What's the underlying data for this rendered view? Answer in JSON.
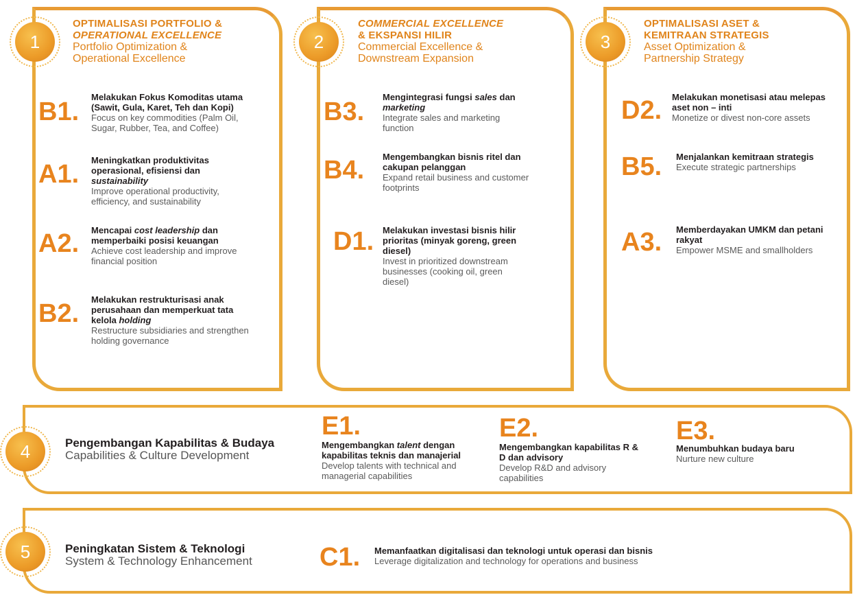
{
  "pillars": [
    {
      "num": "1",
      "title_a": "OPTIMALISASI PORTFOLIO &",
      "title_b": "OPERATIONAL EXCELLENCE",
      "sub_a": "Portfolio Optimization &",
      "sub_b": "Operational Excellence"
    },
    {
      "num": "2",
      "title_a": "COMMERCIAL EXCELLENCE",
      "title_b": "& EKSPANSI HILIR",
      "sub_a": "Commercial Excellence &",
      "sub_b": "Downstream Expansion"
    },
    {
      "num": "3",
      "title_a": "OPTIMALISASI ASET &",
      "title_b": "KEMITRAAN STRATEGIS",
      "sub_a": "Asset Optimization &",
      "sub_b": "Partnership Strategy"
    },
    {
      "num": "4",
      "title": "Pengembangan Kapabilitas & Budaya",
      "sub": "Capabilities & Culture Development"
    },
    {
      "num": "5",
      "title": "Peningkatan Sistem & Teknologi",
      "sub": "System & Technology Enhancement"
    }
  ],
  "col1": [
    {
      "code": "B1.",
      "id": [
        "Melakukan Fokus Komoditas utama",
        "(Sawit, Gula, Karet, Teh dan Kopi)"
      ],
      "en": [
        "Focus on key commodities (Palm Oil,",
        "Sugar, Rubber, Tea, and Coffee)"
      ]
    },
    {
      "code": "A1.",
      "id": [
        "Meningkatkan produktivitas",
        "operasional, efisiensi dan",
        "sustainability"
      ],
      "en": [
        "Improve operational productivity,",
        "efficiency, and sustainability"
      ]
    },
    {
      "code": "A2.",
      "id_a": "Mencapai ",
      "id_it": "cost leadership",
      "id_b": " dan",
      "id2": "memperbaiki posisi keuangan",
      "en": [
        "Achieve cost leadership and improve",
        "financial position"
      ]
    },
    {
      "code": "B2.",
      "id": [
        "Melakukan restrukturisasi anak",
        "perusahaan dan memperkuat tata",
        "kelola "
      ],
      "id_it": "holding",
      "en": [
        "Restructure subsidiaries and strengthen",
        "holding governance"
      ]
    }
  ],
  "col2": [
    {
      "code": "B3.",
      "id_a": "Mengintegrasi fungsi ",
      "id_it": "sales",
      "id_b": " dan",
      "id_it2": "marketing",
      "en": [
        "Integrate sales and marketing",
        "function"
      ]
    },
    {
      "code": "B4.",
      "id": [
        "Mengembangkan bisnis ritel dan",
        "cakupan pelanggan"
      ],
      "en": [
        "Expand retail business and customer",
        "footprints"
      ]
    },
    {
      "code": "D1.",
      "id": [
        "Melakukan investasi bisnis hilir",
        "prioritas (minyak goreng, green",
        "diesel)"
      ],
      "en": [
        "Invest in prioritized downstream",
        "businesses (cooking oil, green",
        "diesel)"
      ]
    }
  ],
  "col3": [
    {
      "code": "D2.",
      "id": [
        "Melakukan monetisasi atau melepas",
        "aset non – inti"
      ],
      "en": [
        "Monetize or divest non-core assets"
      ]
    },
    {
      "code": "B5.",
      "id": [
        "Menjalankan kemitraan strategis"
      ],
      "en": [
        "Execute strategic partnerships"
      ]
    },
    {
      "code": "A3.",
      "id": [
        "Memberdayakan UMKM dan petani",
        "rakyat"
      ],
      "en": [
        "Empower MSME and smallholders"
      ]
    }
  ],
  "row4": [
    {
      "code": "E1.",
      "id_a": "Mengembangkan ",
      "id_it": "talent",
      "id_b": " dengan",
      "id2": "kapabilitas teknis dan manajerial",
      "en": [
        "Develop talents with technical and",
        "managerial capabilities"
      ]
    },
    {
      "code": "E2.",
      "id": [
        "Mengembangkan kapabilitas R &",
        "D dan advisory"
      ],
      "en": [
        "Develop R&D and advisory",
        "capabilities"
      ]
    },
    {
      "code": "E3.",
      "id": [
        "Menumbuhkan budaya baru"
      ],
      "en": [
        "Nurture new culture"
      ]
    }
  ],
  "row5": [
    {
      "code": "C1.",
      "id": [
        "Memanfaatkan digitalisasi dan teknologi untuk operasi dan bisnis"
      ],
      "en": [
        "Leverage digitalization and technology for operations and business"
      ]
    }
  ],
  "colors": {
    "accent": "#e8841e",
    "frame": "#e9a93a",
    "badge": "#ec9b28"
  }
}
